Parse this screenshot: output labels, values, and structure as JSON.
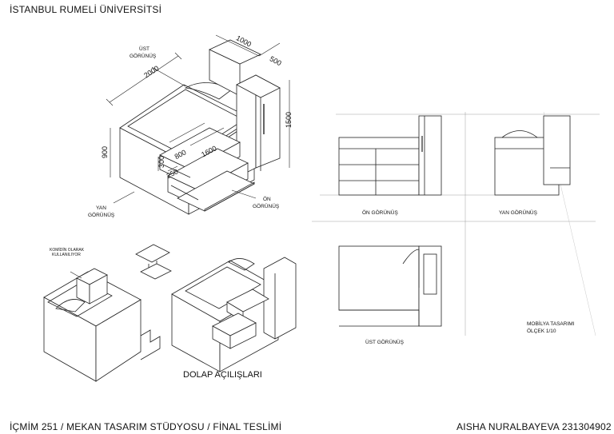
{
  "header": {
    "university": "İSTANBUL RUMELİ ÜNİVERSİTSİ"
  },
  "footer": {
    "course": "İÇMİM 251 / MEKAN TASARIM STÜDYOSU / FİNAL TESLİMİ",
    "student": "AISHA NURALBAYEVA 231304902"
  },
  "isometric": {
    "top_view_label": [
      "ÜST",
      "GÖRÜNÜŞ"
    ],
    "side_view_label": [
      "YAN",
      "GÖRÜNÜŞ"
    ],
    "front_view_label": [
      "ÖN",
      "GÖRÜNÜŞ"
    ],
    "dims": {
      "length": "2000",
      "width": "1000",
      "depth": "500",
      "height": "900",
      "cabinet_height": "1500",
      "step_width": "800",
      "step_length": "1600",
      "step_height": "300",
      "step_depth": "250"
    }
  },
  "details": {
    "nightstand_note": [
      "KOMİDİN OLARAK",
      "KULLANILIYOR"
    ],
    "caption": "DOLAP AÇILIŞLARI"
  },
  "orthographic": {
    "front_label": "ÖN GÖRÜNÜŞ",
    "side_label": "YAN GÖRÜNÜŞ",
    "top_label": "ÜST GÖRÜNÜŞ",
    "title": "MOBİLYA TASARIMI",
    "scale": "ÖLÇEK 1/10"
  }
}
